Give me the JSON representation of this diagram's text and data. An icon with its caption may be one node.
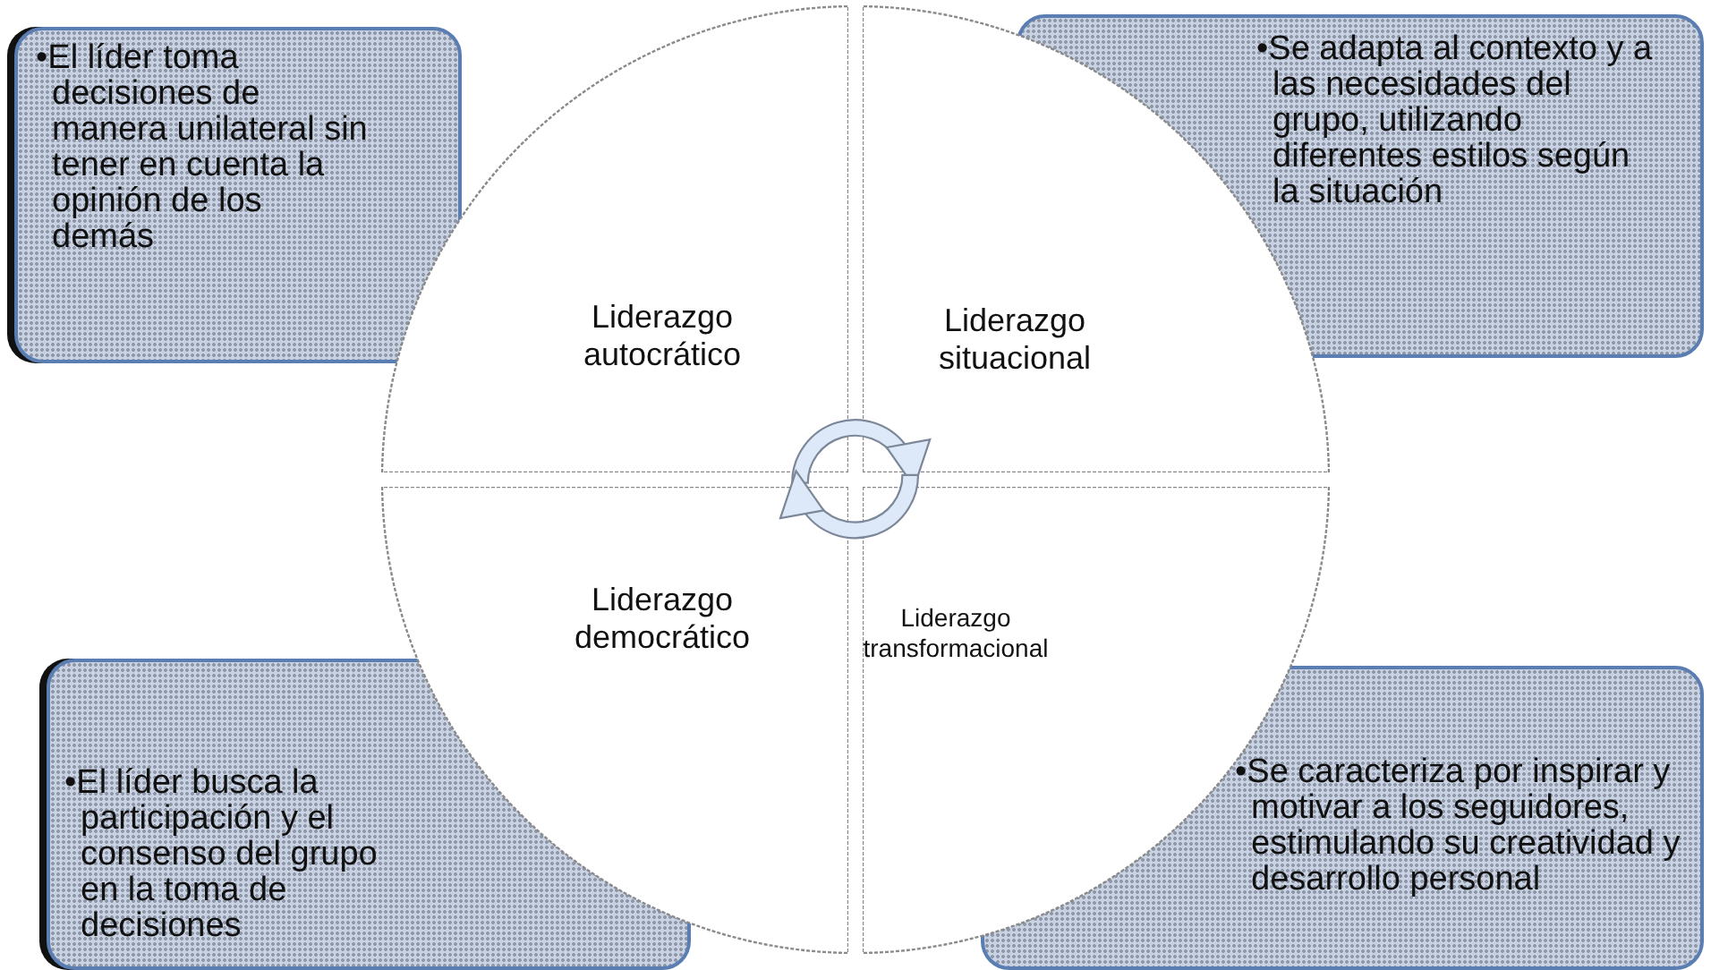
{
  "diagram": {
    "nodes": [
      {
        "text": [
          "•El líder toma decisiones de manera unilateral sin tener en cuenta la opinión de los demás"
        ]
      },
      {
        "text": [
          "•Se adapta al contexto y a las necesidades del grupo, utilizando diferentes estilos según la situación"
        ]
      },
      {
        "text": [
          "Liderazgo autocrático"
        ]
      },
      {
        "text": [
          "Liderazgo situacional"
        ]
      },
      {
        "text": [
          "Liderazgo democrático"
        ]
      },
      {
        "text": [
          "Liderazgo transformacional"
        ]
      },
      {
        "text": [
          "•El líder busca la participación y el consenso del grupo en la toma de decisiones"
        ]
      },
      {
        "text": [
          "•Se caracteriza por inspirar y motivar a los seguidores, estimulando su creatividad y desarrollo personal"
        ]
      }
    ]
  }
}
